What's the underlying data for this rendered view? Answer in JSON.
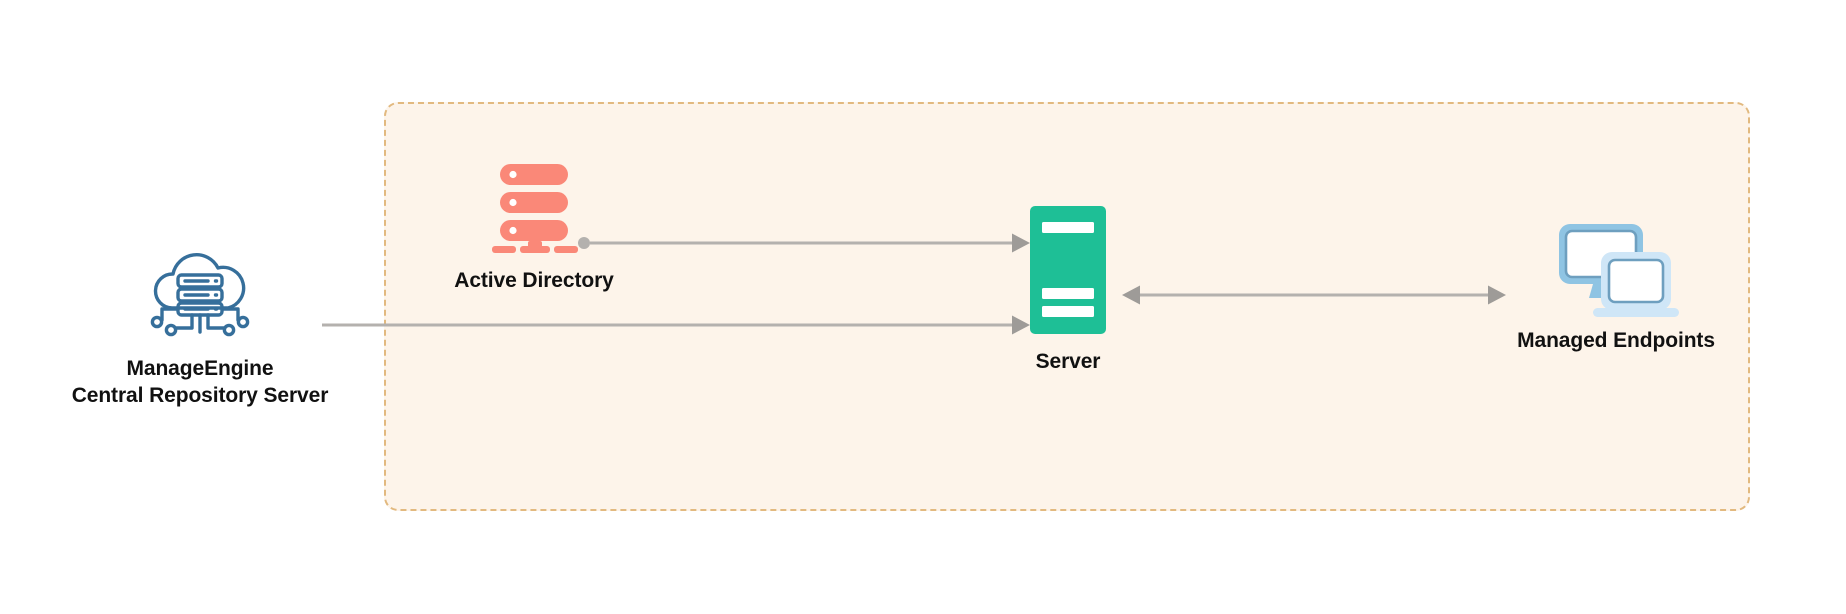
{
  "diagram": {
    "title": "ManageEngine managed endpoints architecture",
    "background_color": "#FFFFFF",
    "zone": {
      "name": "managed-network-zone",
      "fill_color": "#FDF4EA",
      "border_color": "#E2B97F",
      "border_style": "dashed"
    },
    "nodes": [
      {
        "id": "central-repository",
        "icon": "cloud-server-icon",
        "label_line1": "ManageEngine",
        "label_line2": "Central Repository Server",
        "color": "#366F9B",
        "inside_zone": false
      },
      {
        "id": "active-directory",
        "icon": "directory-rack-icon",
        "label": "Active Directory",
        "color": "#FA8878",
        "inside_zone": true
      },
      {
        "id": "server",
        "icon": "server-tower-icon",
        "label": "Server",
        "color": "#1EBF96",
        "inside_zone": true
      },
      {
        "id": "managed-endpoints",
        "icon": "monitor-laptop-icon",
        "label": "Managed Endpoints",
        "color": "#8FC4E3",
        "inside_zone": true
      }
    ],
    "connectors": [
      {
        "id": "ad-to-server",
        "from": "active-directory",
        "to": "server",
        "direction": "one-way",
        "start_marker": "dot",
        "end_marker": "arrow",
        "color": "#B4B1AE"
      },
      {
        "id": "repository-to-server",
        "from": "central-repository",
        "to": "server",
        "direction": "one-way",
        "start_marker": "none",
        "end_marker": "arrow",
        "color": "#B4B1AE"
      },
      {
        "id": "server-to-endpoints",
        "from": "server",
        "to": "managed-endpoints",
        "direction": "two-way",
        "start_marker": "arrow",
        "end_marker": "arrow",
        "color": "#B4B1AE"
      }
    ]
  }
}
